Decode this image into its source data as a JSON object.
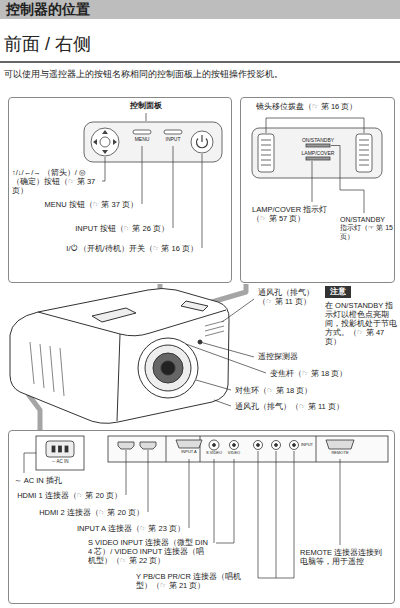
{
  "diagram": {
    "title": "前面 / 右侧",
    "nodes": [
      {
        "text": [
          "控制面板",
          "↑/↓/←/→ （箭头）/ ◎ （确定）按钮（☞ 第 37 页）",
          "MENU 按钮（☞ 第 37 页）",
          "INPUT 按钮（☞ 第 26 页）",
          "I/⏻ （开机/待机）开关（☞ 第 16 页）"
        ]
      },
      {
        "text": [
          "镜头移位拨盘（☞ 第 16 页）",
          "LAMP/COVER 指示灯（☞ 第 57 页）",
          "ON/STANDBY 指示灯（☞ 第 15 页）"
        ]
      },
      {
        "text": [
          "注意",
          "在 ON/STANDBY 指示灯以橙色点亮期间，投影机处于节电方式。（☞ 第 47 页）"
        ]
      },
      {
        "text": [
          "～ AC IN 插孔",
          "HDMI 1 连接器（☞ 第 20 页）",
          "HDMI 2 连接器（☞ 第 20 页）",
          "INPUT A 连接器（☞ 第 23 页）",
          "S VIDEO INPUT 连接器（微型 DIN 4 芯）/ VIDEO INPUT 连接器（唱机型）（☞ 第 22 页）",
          "Y PB/CB PR/CR 连接器（唱机型）（☞ 第 21 页）",
          "REMOTE 连接器连接到电脑等，用于遥控"
        ]
      }
    ],
    "labels": [
      "控制器的位置",
      "可以使用与遥控器上的按钮名称相同的控制面板上的按钮操作投影机。",
      "MENU",
      "INPUT",
      "ON/STANDBY",
      "LAMP/COVER",
      "通风孔（排气）（☞ 第 11 页）",
      "遥控探测器",
      "变焦杆（☞ 第 18 页）",
      "对焦环（☞ 第 18 页）",
      "通风孔（排气）（☞ 第 11 页）",
      "～AC IN",
      "INPUT A",
      "S VIDEO",
      "VIDEO",
      "INPUT",
      "REMOTE"
    ]
  }
}
